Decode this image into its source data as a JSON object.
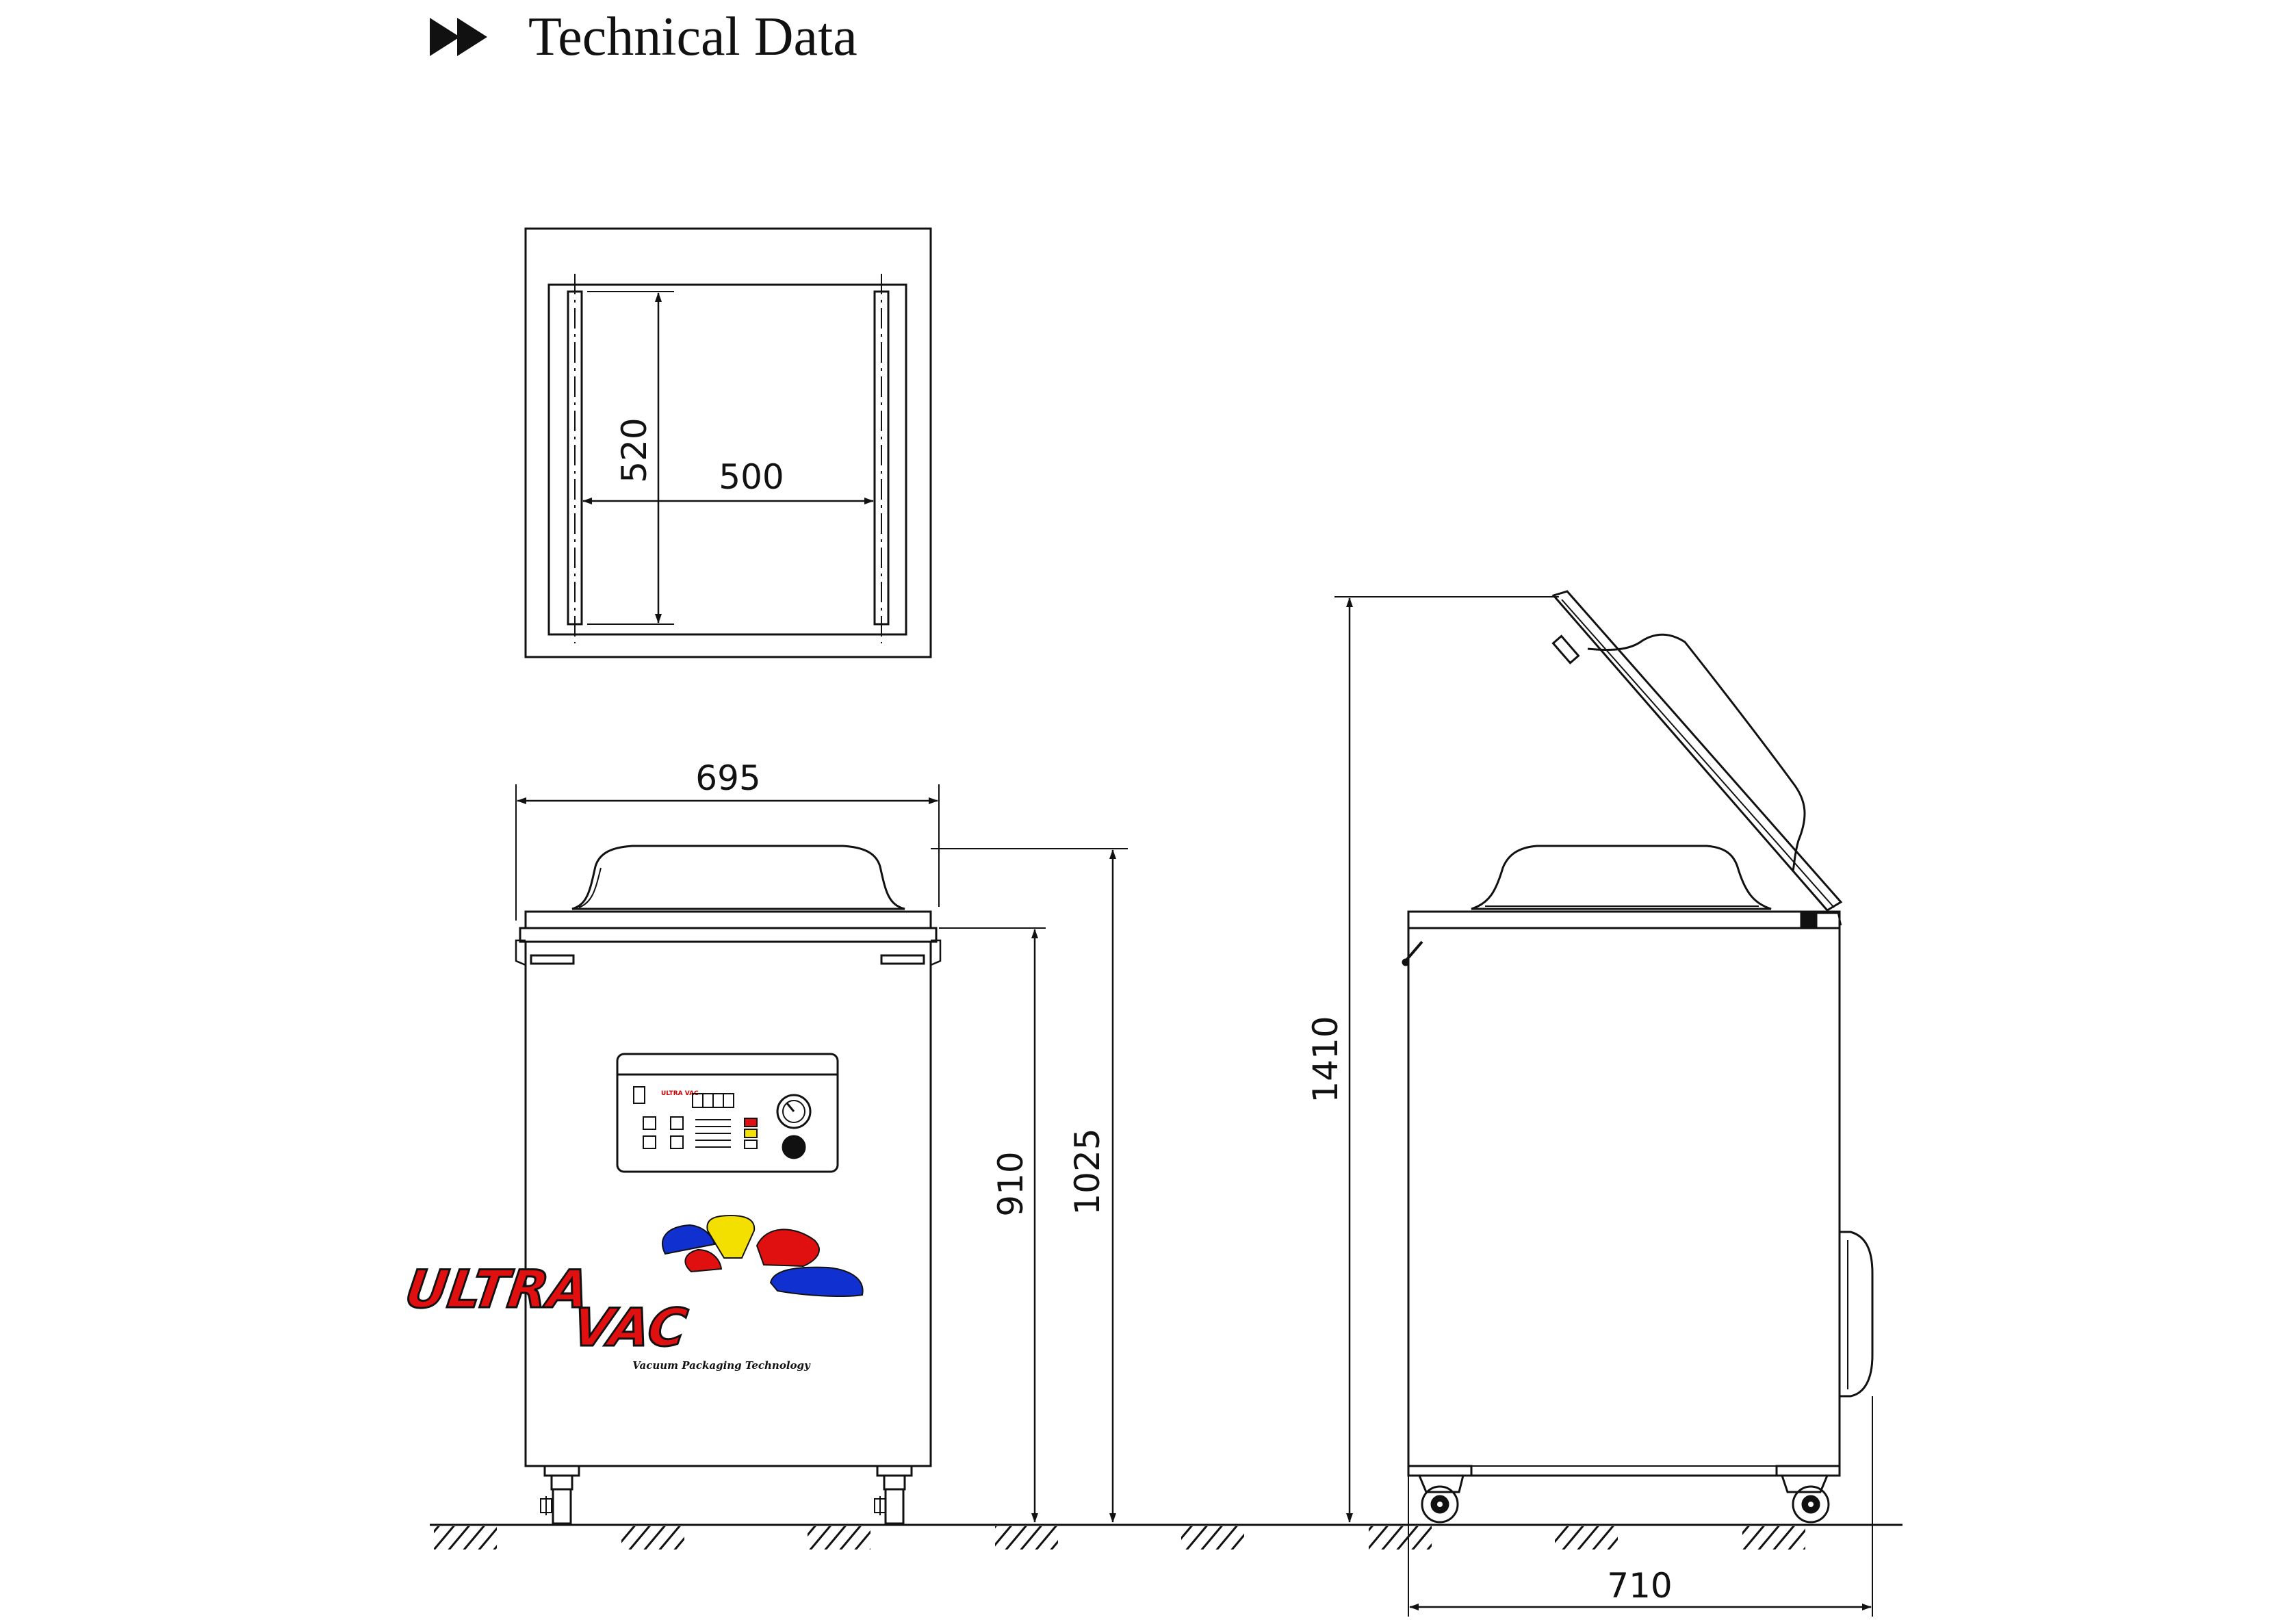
{
  "header": {
    "title": "Technical Data",
    "icon": "double-arrow-right-icon"
  },
  "dimensions": {
    "chamber_depth": "520",
    "chamber_width": "500",
    "machine_width": "695",
    "table_height": "910",
    "closed_height": "1025",
    "open_height": "1410",
    "machine_depth": "710"
  },
  "logo": {
    "word1": "ULTRA",
    "word2": "VAC",
    "tagline": "Vacuum Packaging Technology",
    "colors": {
      "red": "#e01010",
      "yellow": "#f4e000",
      "blue": "#1030d0"
    }
  },
  "control_panel": {
    "brand": "ULTRA VAC"
  },
  "line_color": "#111111"
}
